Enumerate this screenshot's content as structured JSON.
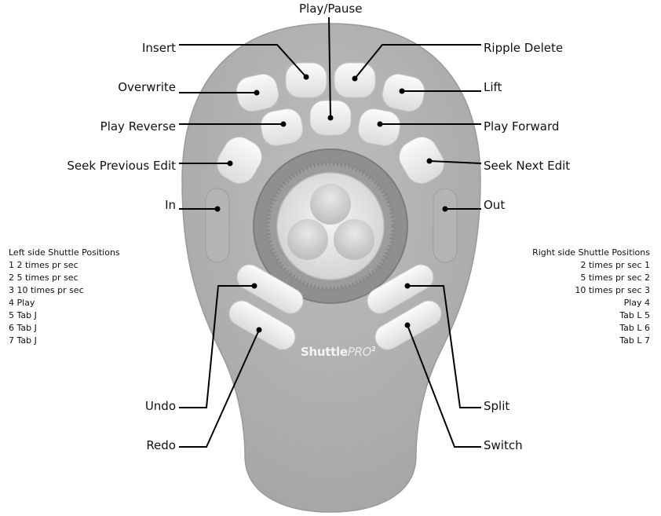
{
  "labels": {
    "play_pause": "Play/Pause",
    "insert": "Insert",
    "overwrite": "Overwrite",
    "play_reverse": "Play Reverse",
    "seek_previous_edit": "Seek Previous Edit",
    "in": "In",
    "undo": "Undo",
    "redo": "Redo",
    "ripple_delete": "Ripple Delete",
    "lift": "Lift",
    "play_forward": "Play Forward",
    "seek_next_edit": "Seek Next Edit",
    "out": "Out",
    "split": "Split",
    "switch": "Switch"
  },
  "left_shuttle": {
    "title": "Left side Shuttle Positions",
    "rows": [
      "1  2 times pr sec",
      "2  5 times pr sec",
      "3  10 times pr sec",
      "4  Play",
      "5  Tab J",
      "6  Tab J",
      "7  Tab J"
    ]
  },
  "right_shuttle": {
    "title": "Right side Shuttle Positions",
    "rows": [
      "2 times pr sec 1",
      "5 times pr sec 2",
      "10 times pr sec 3",
      "Play 4",
      "Tab L 5",
      "Tab L 6",
      "Tab L 7"
    ]
  },
  "brand": {
    "name": "Shuttle",
    "suffix": "PRO",
    "mark": "2"
  }
}
